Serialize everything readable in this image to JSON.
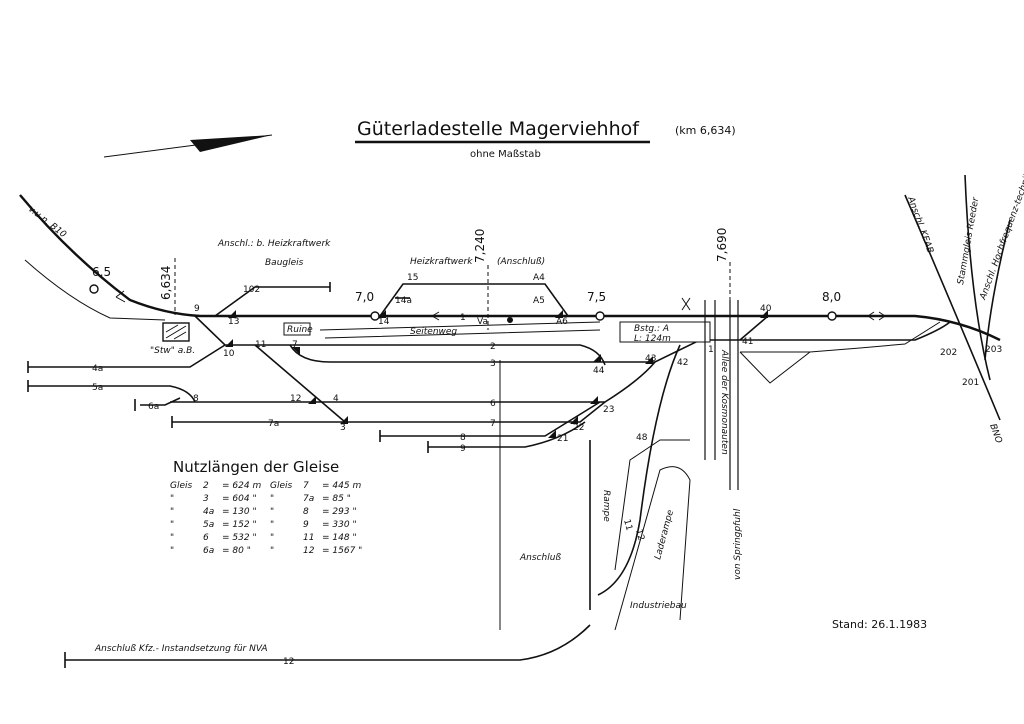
{
  "title": {
    "main": "Güterladestelle   Magerviehhof",
    "km": "(km 6,634)",
    "subtitle": "ohne Maßstab"
  },
  "stand": "Stand: 26.1.1983",
  "directions": {
    "left_top": "v.u.n. B10",
    "right_bottom": "BNO",
    "anschl_keab": "Anschl. KEAB",
    "stammgleis": "Stammgleis Reeder",
    "hochfrequenz": "Anschl. Hochfrequenz-technik"
  },
  "labels": {
    "heizkraftwerk_anschl": "Anschl.: b. Heizkraftwerk",
    "baugleis": "Baugleis",
    "heizkraftwerk": "Heizkraftwerk",
    "anschluss_paren": "(Anschluß)",
    "ruine": "Ruine",
    "seitenweg": "Seitenweg",
    "stw": "\"Stw\" a.B.",
    "bstg": "Bstg.: A",
    "bstg_len": "L: 124m",
    "allee": "Allee der Kosmonauten",
    "springpfuhl": "von Springpfuhl",
    "anschluss": "Anschluß",
    "industriebau": "Industriebau",
    "rampe": "Rampe",
    "laderampe": "Laderampe",
    "kfz": "Anschluß Kfz.- Instandsetzung  für  NVA",
    "va": "Va"
  },
  "km_marks": {
    "k65": "6,5",
    "k6634": "6,634",
    "k70": "7,0",
    "k7240": "7,240",
    "k75": "7,5",
    "k7690": "7,690",
    "k80": "8,0"
  },
  "tracks": {
    "t1": "1",
    "t2": "2",
    "t3": "3",
    "t4a": "4a",
    "t5a": "5a",
    "t6": "6",
    "t6a": "6a",
    "t7": "7",
    "t7a": "7a",
    "t8": "8",
    "t9": "9",
    "t11": "11",
    "t12": "12"
  },
  "switches": {
    "s1": "1",
    "s3": "3",
    "s4": "4",
    "s7": "7",
    "s8": "8",
    "s9": "9",
    "s10": "10",
    "s11": "11",
    "s12": "12",
    "s13": "13",
    "s14": "14",
    "s14a": "14a",
    "s15": "15",
    "s21": "21",
    "s22": "22",
    "s23": "23",
    "s40": "40",
    "s41": "41",
    "s42": "42",
    "s43": "43",
    "s44": "44",
    "s48": "48",
    "s102": "102",
    "sA4": "A4",
    "sA5": "A5",
    "sA6": "A6",
    "s201": "201",
    "s202": "202",
    "s203": "203"
  },
  "lengths": {
    "heading": "Nutzlängen  der  Gleise",
    "rows": [
      {
        "a_lbl": "Gleis",
        "a_no": "2",
        "a_len": "= 624 m",
        "b_lbl": "Gleis",
        "b_no": "7",
        "b_len": "= 445 m"
      },
      {
        "a_lbl": "\"",
        "a_no": "3",
        "a_len": "= 604 \"",
        "b_lbl": "\"",
        "b_no": "7a",
        "b_len": "= 85 \""
      },
      {
        "a_lbl": "\"",
        "a_no": "4a",
        "a_len": "= 130 \"",
        "b_lbl": "\"",
        "b_no": "8",
        "b_len": "= 293 \""
      },
      {
        "a_lbl": "\"",
        "a_no": "5a",
        "a_len": "= 152 \"",
        "b_lbl": "\"",
        "b_no": "9",
        "b_len": "= 330 \""
      },
      {
        "a_lbl": "\"",
        "a_no": "6",
        "a_len": "= 532 \"",
        "b_lbl": "\"",
        "b_no": "11",
        "b_len": "= 148 \""
      },
      {
        "a_lbl": "\"",
        "a_no": "6a",
        "a_len": "= 80 \"",
        "b_lbl": "\"",
        "b_no": "12",
        "b_len": "= 1567 \""
      }
    ]
  }
}
